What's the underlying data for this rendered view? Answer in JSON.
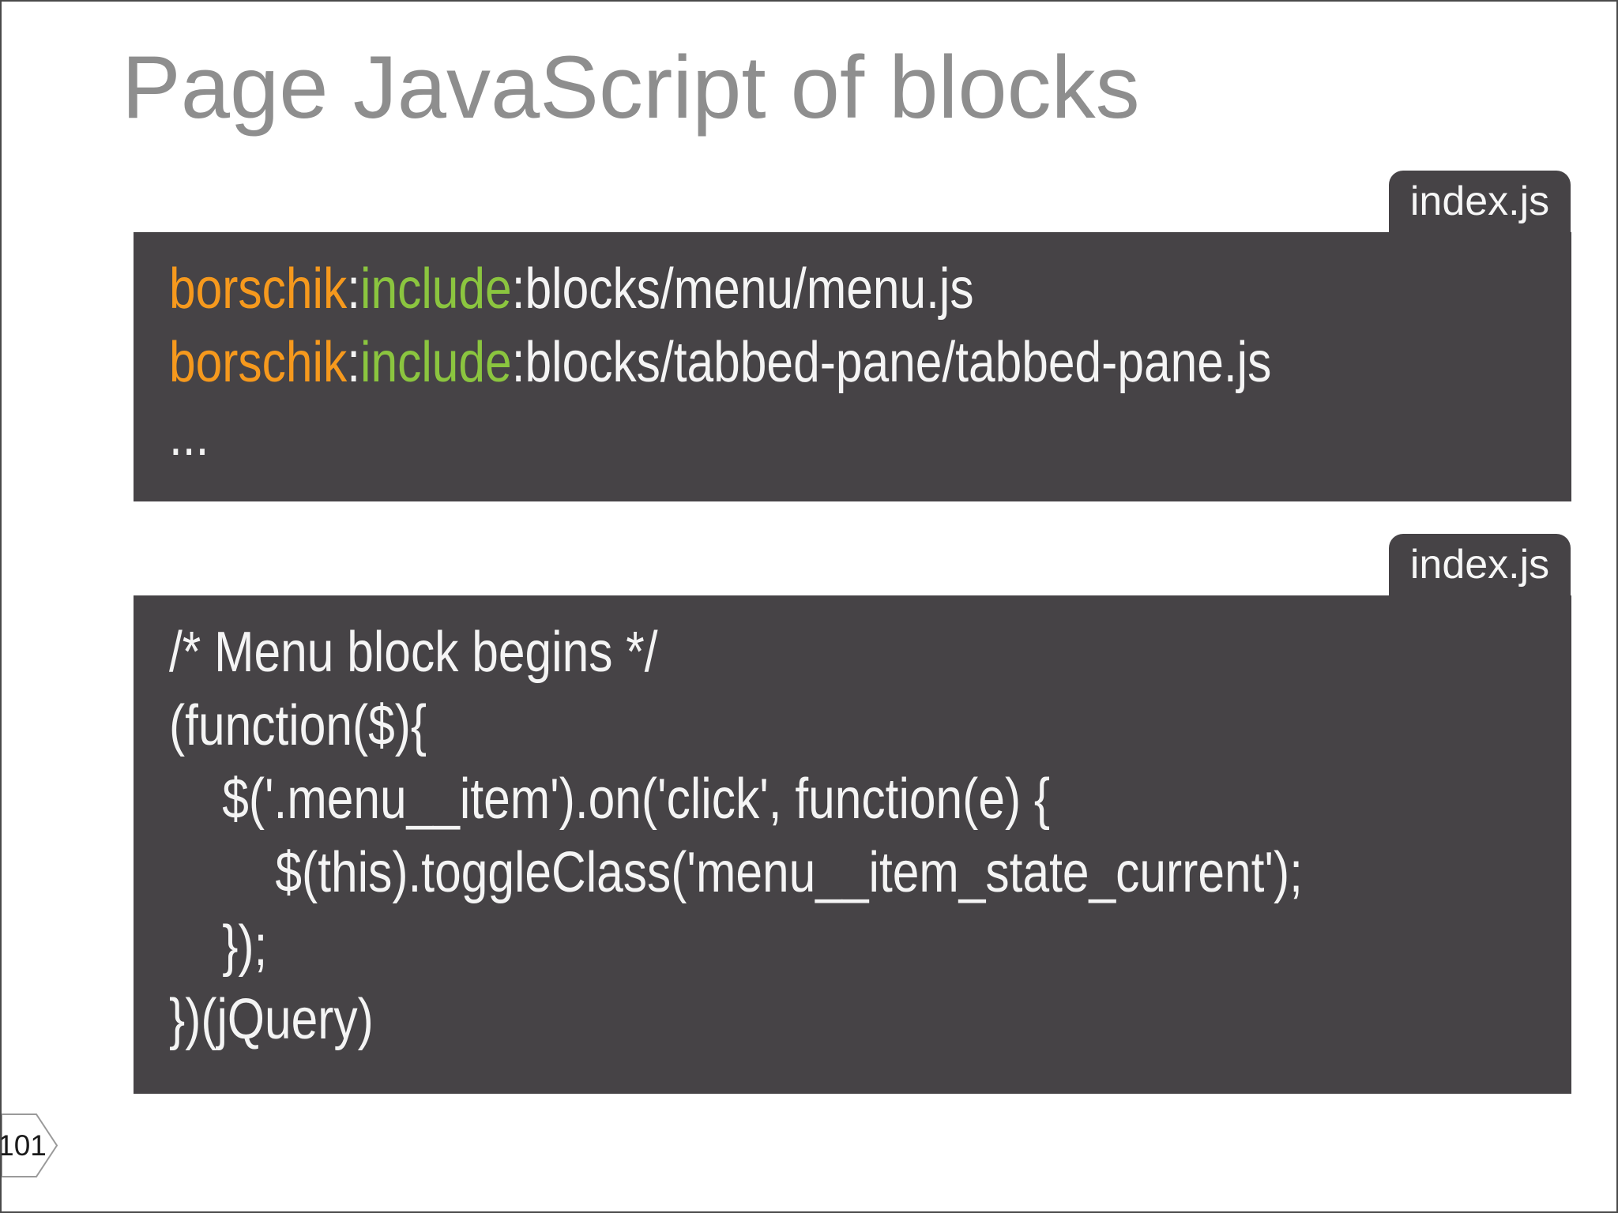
{
  "slide": {
    "title": "Page JavaScript of blocks",
    "page_number": "101"
  },
  "palette": {
    "block_bg": "#464346",
    "title_color": "#8e8e8e",
    "code_default": "#f4f4f4",
    "orange": "#f6991d",
    "green": "#8bc53f",
    "border": "#4a4a4a",
    "badge_border": "#9a9a9a",
    "badge_fill": "#ffffff",
    "badge_text": "#1a1a1a"
  },
  "code_sections": [
    {
      "tab_label": "index.js",
      "lines": [
        {
          "segments": [
            {
              "text": "borschik",
              "color": "orange"
            },
            {
              "text": ":",
              "color": "default"
            },
            {
              "text": "include",
              "color": "green"
            },
            {
              "text": ":blocks/menu/menu.js",
              "color": "default"
            }
          ]
        },
        {
          "segments": [
            {
              "text": "borschik",
              "color": "orange"
            },
            {
              "text": ":",
              "color": "default"
            },
            {
              "text": "include",
              "color": "green"
            },
            {
              "text": ":blocks/tabbed-pane/tabbed-pane.js",
              "color": "default"
            }
          ]
        },
        {
          "segments": [
            {
              "text": "...",
              "color": "default"
            }
          ]
        }
      ]
    },
    {
      "tab_label": "index.js",
      "lines": [
        {
          "segments": [
            {
              "text": "/* Menu block begins */",
              "color": "default"
            }
          ]
        },
        {
          "segments": [
            {
              "text": "(function($){",
              "color": "default"
            }
          ]
        },
        {
          "segments": [
            {
              "text": "    $('.menu__item').on('click', function(e) {",
              "color": "default"
            }
          ]
        },
        {
          "segments": [
            {
              "text": "        $(this).toggleClass('menu__item_state_current');",
              "color": "default"
            }
          ]
        },
        {
          "segments": [
            {
              "text": "    });",
              "color": "default"
            }
          ]
        },
        {
          "segments": [
            {
              "text": "})(jQuery)",
              "color": "default"
            }
          ]
        }
      ]
    }
  ]
}
